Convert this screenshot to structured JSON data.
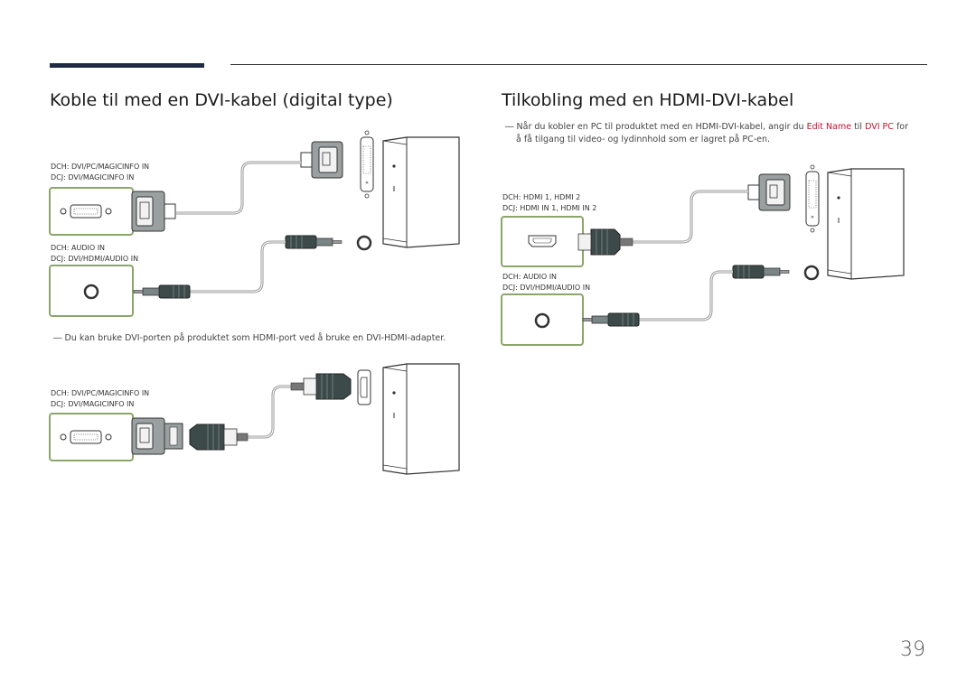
{
  "left_title": "Koble til med en DVI-kabel (digital type)",
  "right_title": "Tilkobling med en HDMI-DVI-kabel",
  "right_note": {
    "dash": "―",
    "before": "Når du kobler en PC til produktet med en HDMI-DVI-kabel, angir du ",
    "hl1": "Edit Name",
    "mid": " til ",
    "hl2": "DVI PC",
    "after": " for",
    "line2": "å få tilgang til video- og lydinnhold som er lagret på PC-en."
  },
  "left_note": {
    "dash": "―",
    "text": "Du kan bruke DVI-porten på produktet som HDMI-port ved å bruke en DVI-HDMI-adapter."
  },
  "diagram1": {
    "video_label_1": "DCH: DVI/PC/MAGICINFO IN",
    "video_label_2": "DCJ: DVI/MAGICINFO IN",
    "audio_label_1": "DCH: AUDIO IN",
    "audio_label_2": "DCJ: DVI/HDMI/AUDIO IN"
  },
  "diagram2": {
    "video_label_1": "DCH: DVI/PC/MAGICINFO IN",
    "video_label_2": "DCJ: DVI/MAGICINFO IN"
  },
  "diagram3": {
    "video_label_1": "DCH: HDMI 1, HDMI 2",
    "video_label_2": "DCJ: HDMI IN 1, HDMI IN 2",
    "audio_label_1": "DCH: AUDIO IN",
    "audio_label_2": "DCJ: DVI/HDMI/AUDIO IN"
  },
  "page_number": "39",
  "colors": {
    "accent_bar": "#1f2a44",
    "highlight": "#c8102e",
    "port_frame": "#8aa66a"
  }
}
